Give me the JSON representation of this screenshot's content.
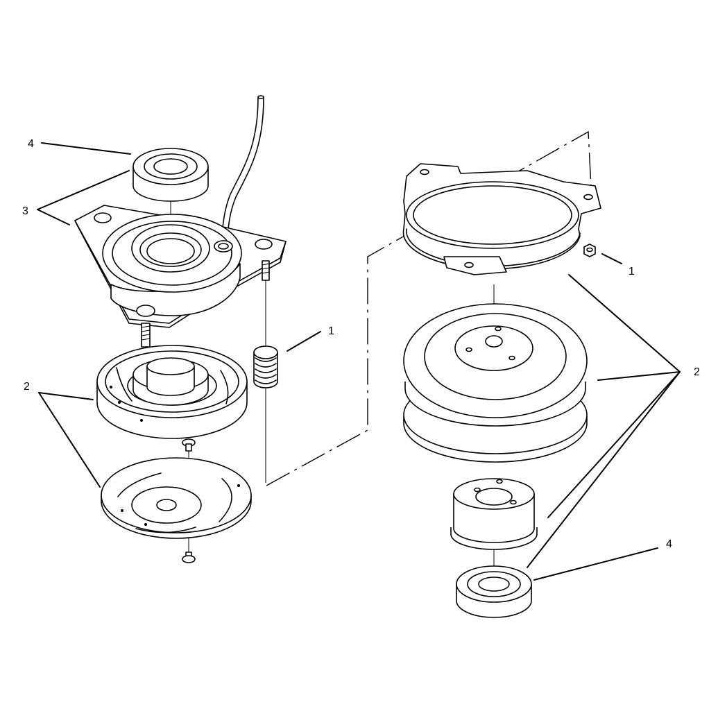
{
  "callouts": {
    "left_bearing": "4",
    "left_field_assembly": "3",
    "left_spring": "1",
    "left_armature": "2",
    "right_nut": "1",
    "right_pulley": "2",
    "right_bearing": "4"
  }
}
